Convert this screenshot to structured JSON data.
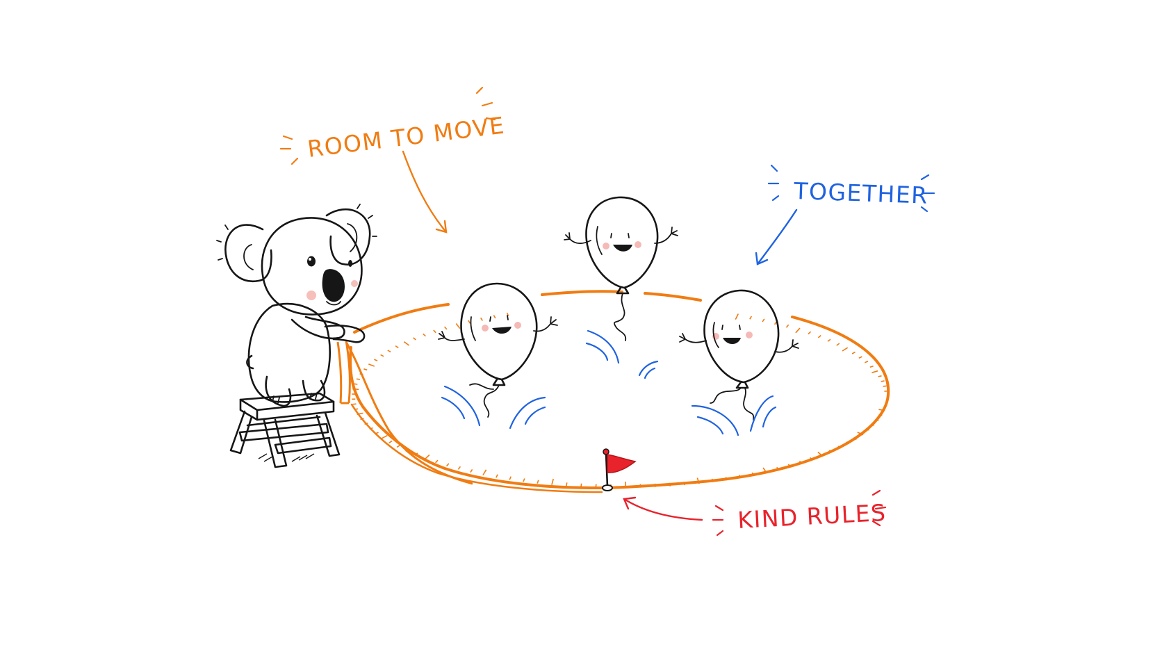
{
  "labels": {
    "room": "ROOM TO MOVE",
    "together": "TOGETHER",
    "kind": "KIND RULES"
  },
  "colors": {
    "orange": "#f07c12",
    "blue": "#1f63e0",
    "red": "#e8232b",
    "ink": "#161616",
    "cheek": "#f3a9a3"
  },
  "characters": [
    "koala",
    "balloon",
    "balloon",
    "balloon"
  ],
  "props": [
    "step-stool",
    "measuring-tape",
    "flag"
  ]
}
